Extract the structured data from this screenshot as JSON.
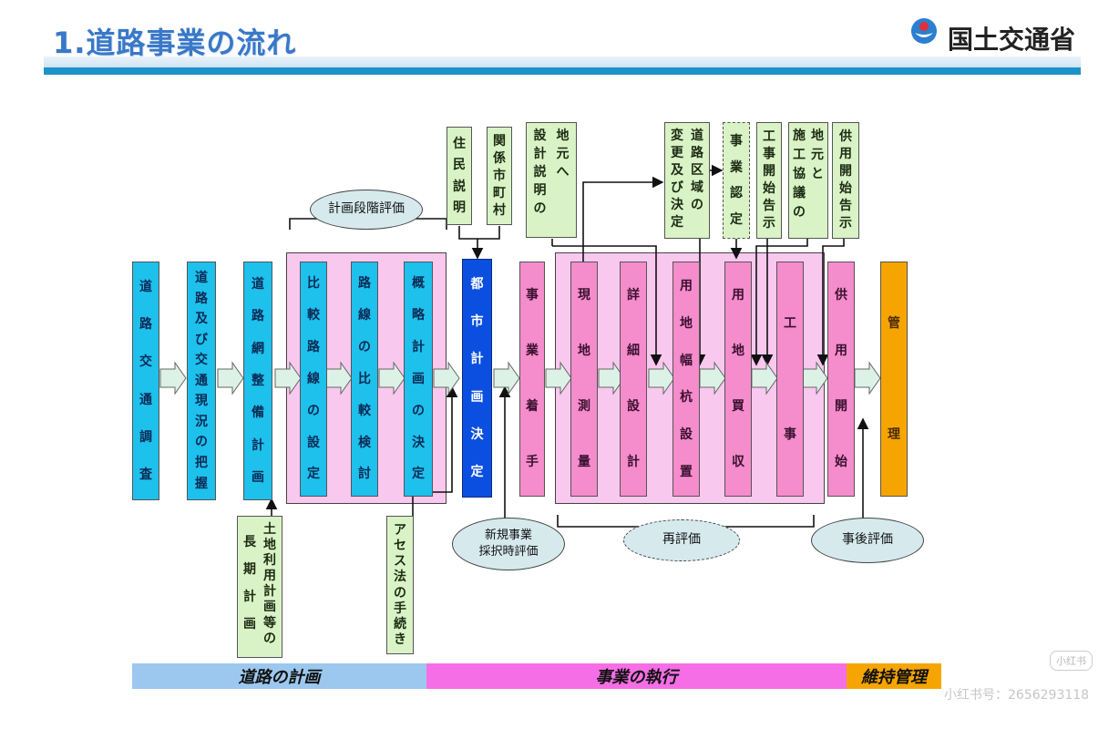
{
  "header": {
    "title": "1.道路事業の流れ",
    "logo": "国土交通省"
  },
  "flow": {
    "b1": "道路交通調査",
    "b2": "道路及び交通現況の把握",
    "b3": "道路網整備計画",
    "b4": "比較路線の設定",
    "b5": "路線の比較検討",
    "b6": "概略計画の決定",
    "b7": "都市計画決定",
    "b8": "事業着手",
    "b9": "現地測量",
    "b10": "詳細設計",
    "b11": "用地幅杭設置",
    "b12": "用地買収",
    "b13": "工事",
    "b14": "供用開始",
    "b15": "管理"
  },
  "notes_top": {
    "n1": "住民説明",
    "n2": "関係市町村",
    "n3a": "地元へ",
    "n3b": "設計説明の",
    "n4a": "道路区域の",
    "n4b": "変更及び決定",
    "n5": "事業認定",
    "n6": "工事開始告示",
    "n7a": "地元と",
    "n7b": "施工協議の",
    "n8": "供用開始告示"
  },
  "notes_bottom": {
    "n9a": "土地利用計画等の",
    "n9b": "長期計画",
    "n10": "アセス法の手続き"
  },
  "evaluations": {
    "e1": "計画段階評価",
    "e2a": "新規事業",
    "e2b": "採択時評価",
    "e3": "再評価",
    "e4": "事後評価"
  },
  "phases": {
    "p1": "道路の計画",
    "p2": "事業の執行",
    "p3": "維持管理"
  },
  "watermark": {
    "w1": "小红书",
    "w2": "小红书号：2656293118"
  },
  "colors": {
    "investigation": "#1ec0ec",
    "execution": "#f58ccb",
    "city_plan": "#0b4fe0",
    "management": "#f6a500",
    "notes": "#d9f3c6",
    "evaluation": "#d6eaee",
    "phase_planning": "#9cc8f0",
    "phase_execution": "#f66ee6",
    "phase_maintenance": "#f6a500"
  }
}
